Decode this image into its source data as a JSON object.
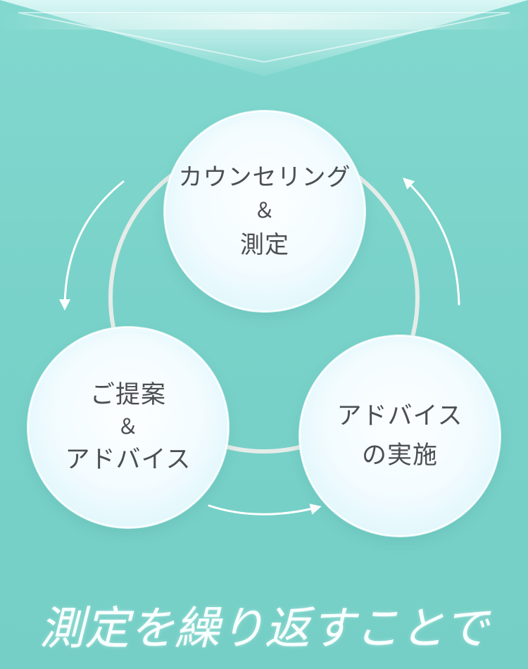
{
  "nodes": {
    "counseling": {
      "line1": "カウンセリング",
      "line2": "＆",
      "line3": "測定"
    },
    "proposal": {
      "line1": "ご提案",
      "line2": "＆",
      "line3": "アドバイス"
    },
    "implementation": {
      "line1": "アドバイス",
      "line2": "の実施"
    }
  },
  "footer": {
    "caption": "測定を繰り返すことで"
  },
  "colors": {
    "background": "#7ad3cb",
    "circle_fill": "#f1fbff",
    "text": "#4b4f53",
    "caption": "#f9ffff",
    "ring": "#e6ece9",
    "arrow": "#ffffff"
  },
  "icons": {
    "top_chevron": "chevron-down-icon",
    "cycle_arrows": "curved-arrow-icon"
  }
}
